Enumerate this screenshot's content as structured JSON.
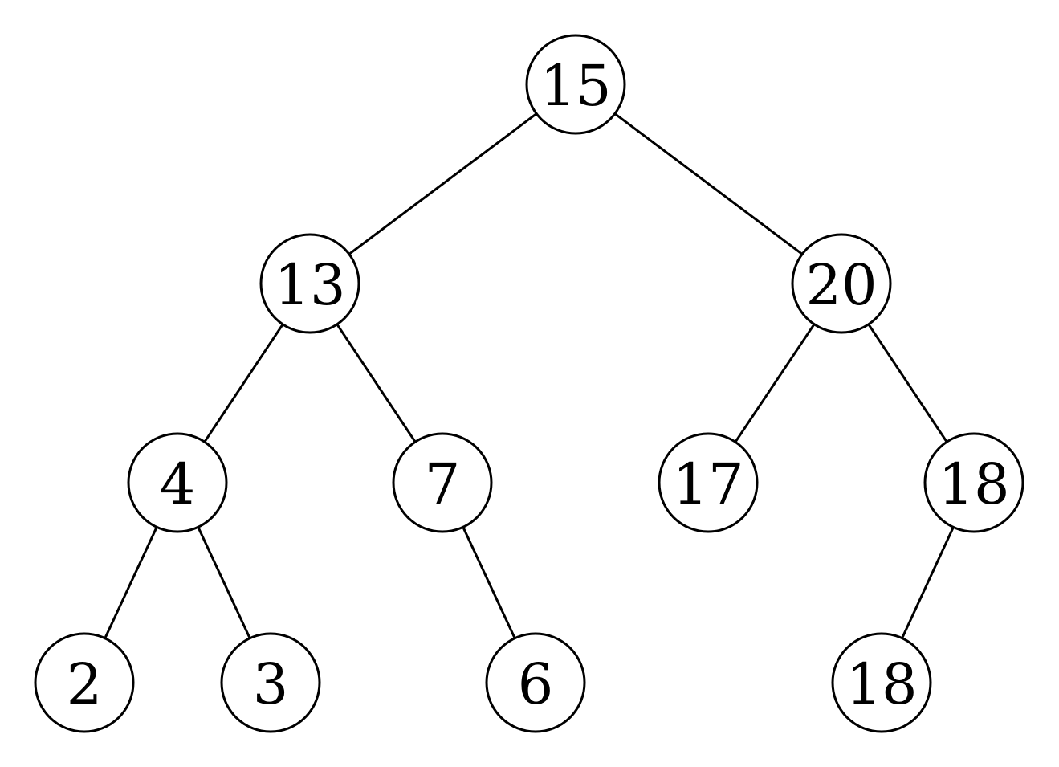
{
  "tree": {
    "nodes": [
      {
        "id": "n15",
        "label": "15"
      },
      {
        "id": "n13",
        "label": "13"
      },
      {
        "id": "n20",
        "label": "20"
      },
      {
        "id": "n4",
        "label": "4"
      },
      {
        "id": "n7",
        "label": "7"
      },
      {
        "id": "n17",
        "label": "17"
      },
      {
        "id": "n18a",
        "label": "18"
      },
      {
        "id": "n2",
        "label": "2"
      },
      {
        "id": "n3",
        "label": "3"
      },
      {
        "id": "n6",
        "label": "6"
      },
      {
        "id": "n18b",
        "label": "18"
      }
    ],
    "edges": [
      {
        "from": "n15",
        "to": "n13"
      },
      {
        "from": "n15",
        "to": "n20"
      },
      {
        "from": "n13",
        "to": "n4"
      },
      {
        "from": "n13",
        "to": "n7"
      },
      {
        "from": "n20",
        "to": "n17"
      },
      {
        "from": "n20",
        "to": "n18a"
      },
      {
        "from": "n4",
        "to": "n2"
      },
      {
        "from": "n4",
        "to": "n3"
      },
      {
        "from": "n7",
        "to": "n6"
      },
      {
        "from": "n18a",
        "to": "n18b"
      }
    ]
  }
}
